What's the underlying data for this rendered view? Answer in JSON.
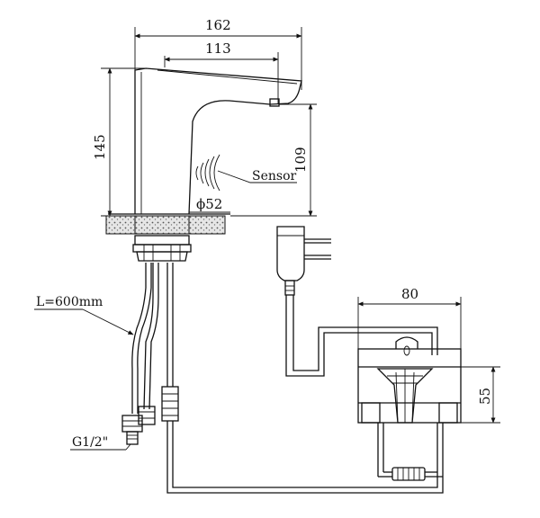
{
  "dimensions": {
    "faucet_reach": "162",
    "spout_reach": "113",
    "total_height": "145",
    "sensor_height": "109",
    "body_diameter": "ϕ52",
    "control_box_width": "80",
    "control_box_height": "55"
  },
  "labels": {
    "sensor": "Sensor",
    "hose_length": "L=600mm",
    "thread": "G1/2\""
  }
}
